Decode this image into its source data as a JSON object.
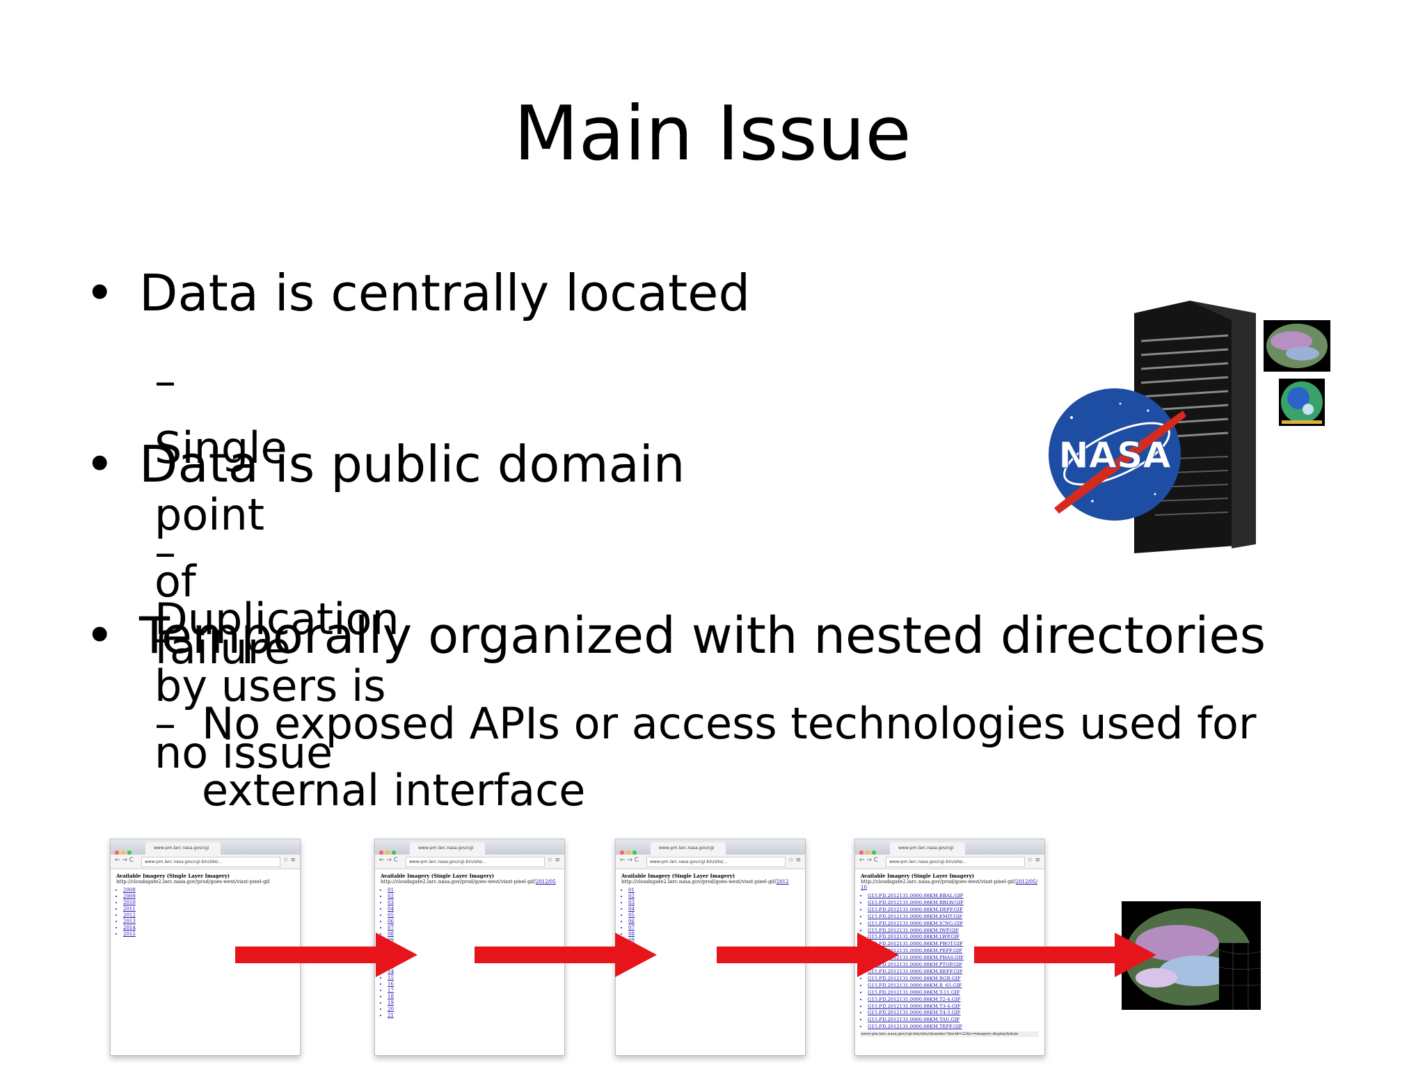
{
  "slide": {
    "title": "Main Issue",
    "bullets": [
      {
        "text": "Data is centrally located",
        "sub": [
          "Single point of failure"
        ]
      },
      {
        "text": "Data is public domain",
        "sub": [
          "Duplication by users is no issue"
        ]
      },
      {
        "text": "Temporally organized with nested directories",
        "sub": [
          "No exposed APIs or access technologies used for external interface"
        ]
      }
    ]
  },
  "logo": {
    "text": "NASA"
  },
  "browsers": {
    "tab_title": "www-pm.larc.nasa.gov/cgi",
    "url": "www-pm.larc.nasa.gov/cgi-bin/site/...",
    "heading": "Available Imagery (Single Layer Imagery)",
    "path": "http://cloudsgate2.larc.nasa.gov/prod/goes-west/visst-pixel-gif",
    "path2": "http://cloudsgate2.larc.nasa.gov/prod/goes-west/visst-pixel-gif/",
    "crumb2": "2012/05",
    "crumb3": "2012",
    "crumb4": "2012/05/10",
    "years": [
      "2008",
      "2009",
      "2010",
      "2011",
      "2012",
      "2013",
      "2014",
      "2015"
    ],
    "months": [
      "01",
      "02",
      "03",
      "04",
      "05",
      "06",
      "07",
      "08",
      "09",
      "10",
      "11",
      "12",
      "13",
      "14",
      "15",
      "16",
      "17",
      "18",
      "19",
      "20",
      "21"
    ],
    "months_short": [
      "01",
      "02",
      "03",
      "04",
      "05",
      "06",
      "07",
      "08",
      "09",
      "10",
      "11",
      "12"
    ],
    "files": [
      "G15.FD.2012131.0000.08KM.BBAL.GIF",
      "G15.FD.2012131.0000.08KM.BBLW.GIF",
      "G15.FD.2012131.0000.08KM.DEFF.GIF",
      "G15.FD.2012131.0000.08KM.EMIT.GIF",
      "G15.FD.2012131.0000.08KM.ICNG.GIF",
      "G15.FD.2012131.0000.08KM.IWP.GIF",
      "G15.FD.2012131.0000.08KM.LWP.GIF",
      "G15.FD.2012131.0000.08KM.PBOT.GIF",
      "G15.FD.2012131.0000.08KM.PEFF.GIF",
      "G15.FD.2012131.0000.08KM.PHAS.GIF",
      "G15.FD.2012131.0000.08KM.PTOP.GIF",
      "G15.FD.2012131.0000.08KM.REFF.GIF",
      "G15.FD.2012131.0000.08KM.RGB.GIF",
      "G15.FD.2012131.0000.08KM.R_65.GIF",
      "G15.FD.2012131.0000.08KM.T-11.GIF",
      "G15.FD.2012131.0000.08KM.T2-4.GIF",
      "G15.FD.2012131.0000.08KM.T3-4.GIF",
      "G15.FD.2012131.0000.08KM.T4-5.GIF",
      "G15.FD.2012131.0000.08KM.TAU.GIF",
      "G15.FD.2012131.0000.08KM.TEFF.GIF"
    ],
    "status_url": "www-pm.larc.nasa.gov/cgi-bin/site/showdoc?docid=22&c=imagery-display&dom"
  },
  "colors": {
    "arrow": "#e8141b",
    "nasa_blue": "#1d4ea3",
    "nasa_red": "#d52b1e",
    "server": "#1b1b1b"
  }
}
